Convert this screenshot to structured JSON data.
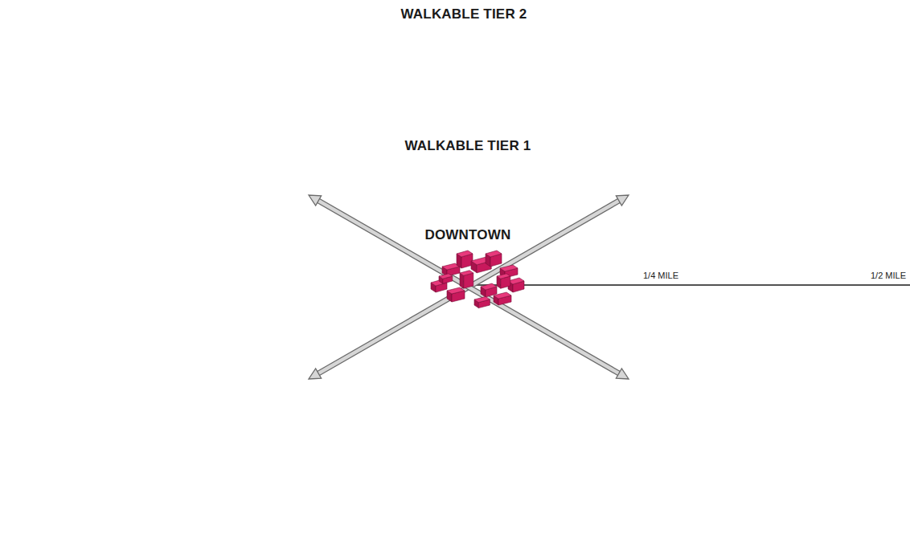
{
  "diagram": {
    "nodes": [
      {
        "text": [
          "WALKABLE TIER 2"
        ]
      },
      {
        "text": [
          "WALKABLE TIER 1"
        ],
        "in": 0
      },
      {
        "text": [
          "DOWNTOWN"
        ],
        "in": 1
      }
    ],
    "labels": [
      "1/4 MILE",
      "1/2 MILE"
    ]
  }
}
